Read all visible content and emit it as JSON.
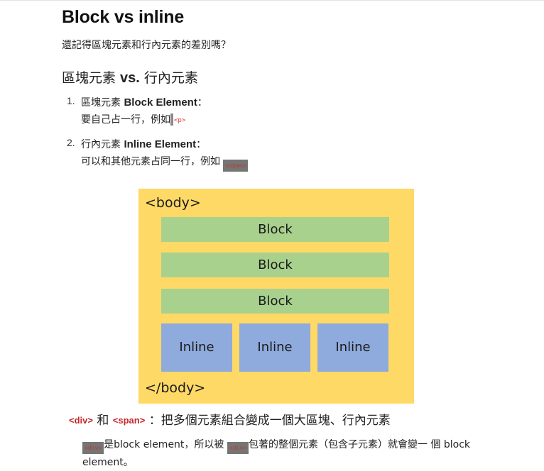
{
  "title": "Block vs inline",
  "intro": "還記得區塊元素和行內元素的差別嗎？",
  "subheading": {
    "pre": "區塊元素 ",
    "bold": "vs.",
    "post": " 行內元素"
  },
  "list": [
    {
      "number": "1.",
      "label_pre": "區塊元素 ",
      "label_bold": "Block Element",
      "label_post": "：",
      "desc": "要自己占一行，例如",
      "code": "<p>"
    },
    {
      "number": "2.",
      "label_pre": "行內元素 ",
      "label_bold": "Inline Element",
      "label_post": "：",
      "desc": "可以和其他元素占同一行，例如 ",
      "code": "<span>"
    }
  ],
  "diagram": {
    "open_tag": "<body>",
    "close_tag": "</body>",
    "blocks": [
      "Block",
      "Block",
      "Block"
    ],
    "inlines": [
      "Inline",
      "Inline",
      "Inline"
    ],
    "colors": {
      "background": "#ffd966",
      "block": "#a9d18e",
      "inline": "#8faadc"
    }
  },
  "summary": {
    "div_tag": "<div>",
    "and": " 和 ",
    "span_tag": "<span>",
    "text": " ：把多個元素組合變成一個大區塊、行內元素"
  },
  "paragraph": {
    "code1": "<div>",
    "text1": "是block element，所以被 ",
    "code2": "<div>",
    "text2": "包著的整個元素（包含子元素）就會變一 個 block element。"
  }
}
